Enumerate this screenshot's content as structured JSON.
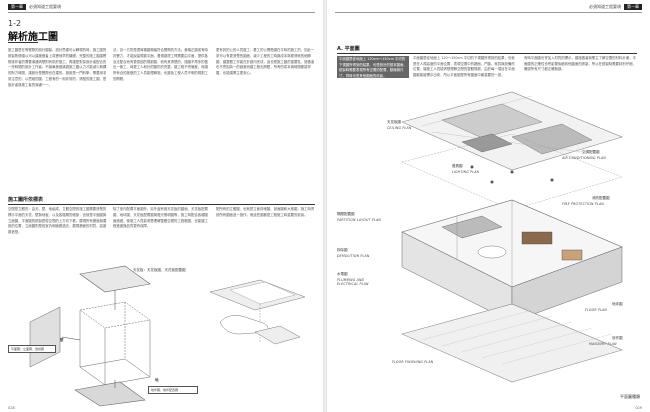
{
  "header": {
    "left_chapter_tag": "第一章",
    "left_title": "必須知道工程要項",
    "right_title": "必須知道工程要項",
    "right_chapter_tag": "第一章"
  },
  "section": {
    "number": "1-2",
    "title": "解析施工圖"
  },
  "left_page": {
    "col1": "施工圖是在等實際的設計圖製、設計思慮可以轉現的時，施工圖的繪製則便讓以可以讓施做者上真實地早的機礎，完整的施工圖讓實際操作者的需要溝通清楚則有助於施工，再讓是對探設計者配合的一完時間的設計工作者，不論單施做構施施工圖以力才能減少無謂的財力時間，讓設計是實際也在建的。施設是一門科學，需要用非常注意的，以思維的圖，工程有的一用非常的，清點的施工圖，是設計者與施工者的溝通一一。",
    "col2": "法，另一方則是適時審圖務議符合實際的方法。畫構正圖或有時判實力、才能說量規劃平面，看規劃提工得需要由平面，提供各及法配合而有更易讀的規劃圖，而有其清楚的、施圖不再多的做出一無工、時更工人和計的圖形的完整，讓工程不會偏差，而讓所有合的施做的工人員能理解施，也避免工程人員不明的規劃工的問題。",
    "col3": "更有其的公的人員做工，看工的公問題讓在平時的施工的，如此一來可以有更清楚的圖面，減少工程的工時與成本與更清晰的細節圖、讓整體工作能在計劃內完成，這也是施工圖的重要性，施做者也不會因為一的誤差而讓工程出問題，所有的成本與時間都能掌握，也能讓業主更安心。",
    "sub_heading": "施工圖所依標表",
    "sub_col1": "空間是立體的：由天、壁、地組成，立體空間的施工圖需要清楚的標示平面的天花、壁與地板，以及各樓層的細部，也就是平面圖與立面圖，平面圖的繪製是從空間的上方向下看，展現所有牆面與擺設的位置，立面圖則是從室內側面看過去，展現牆面的材質、高度與造型。",
    "sub_col2": "除了室內配置平面圖外，另外還有與天花板的圖面、天花板配置圖、地坪圖、天花板配置圖與燈光照明圖等，施工時配合各種圖面施做，使施工人員能清楚理解整體空間的工程範圍，也能讓工程進度與品質更有保障。",
    "sub_col3": "配所有的立體圖，也就是立面詳細圖、剖面圖和大樣圖，施工時會依所有圖面逐一施作，而這些圖都是工程施工時重要的依據。",
    "callouts": {
      "ceiling": "天花板：天花板圖、天花板配置圖",
      "wall": "壁",
      "wall_detail": "平面圖、立面圖、透視圖",
      "floor": "地",
      "floor_detail": "地坪圖、地坪配置圖"
    },
    "page_number": "028"
  },
  "right_page": {
    "heading": "A. 平面圖",
    "highlight_text": "平面圖是從地面上 120cm～150cm 平切的下視圖所得到的結果，也是設計的基本圖面，繪製時需要表現所有空間的配置、動線與尺寸，同時也是其他圖面的依據。",
    "col2": "平面圖是從地面上 120～150cm 平切的下視圖所得到的結果，也就是在人視高度的平面位置，表現空間中的牆面、門窗、家具與設備的位置，讓施工人員能清楚理解空間的整體規劃，由於每一項目在平面圖都能被標示出來，所以平面圖是所有圖面中最重要的一張。",
    "col3": "有時平面圖也會加入材質的標示，讓施做者與業主了解空間的材料計畫，平面圖的正確性也會影響後續其他圖面的繪製，所以在繪製時需要特別仔細，確認所有尺寸都正確無誤。",
    "plan_labels": {
      "ceiling_zh": "天花板圖",
      "ceiling_en": "CEILING PLAN",
      "lighting_zh": "燈具圖",
      "lighting_en": "LIGHTING PLAN",
      "aircon_zh": "空調配置圖",
      "aircon_en": "AIR CONDITIONING PLAN",
      "fire_zh": "消防配置圖",
      "fire_en": "FIRE PROTECTION PLAN",
      "partition_zh": "隔間配置圖",
      "partition_en": "PARTITION LAYOUT PLAN",
      "demolition_zh": "拆除圖",
      "demolition_en": "DEMOLITION PLAN",
      "plumbing_zh": "水電圖",
      "plumbing_en": "PLUMBING AND ELECTRICAL PLAN",
      "floor_zh": "地坪圖",
      "floor_en": "FLOOR PLAN",
      "flooring_en": "FLOOR FINISHING PLAN",
      "masonry_zh": "泥作圖",
      "masonry_en": "MASONRY PLAN"
    },
    "caption": "平面圖種類",
    "page_number": "029"
  }
}
